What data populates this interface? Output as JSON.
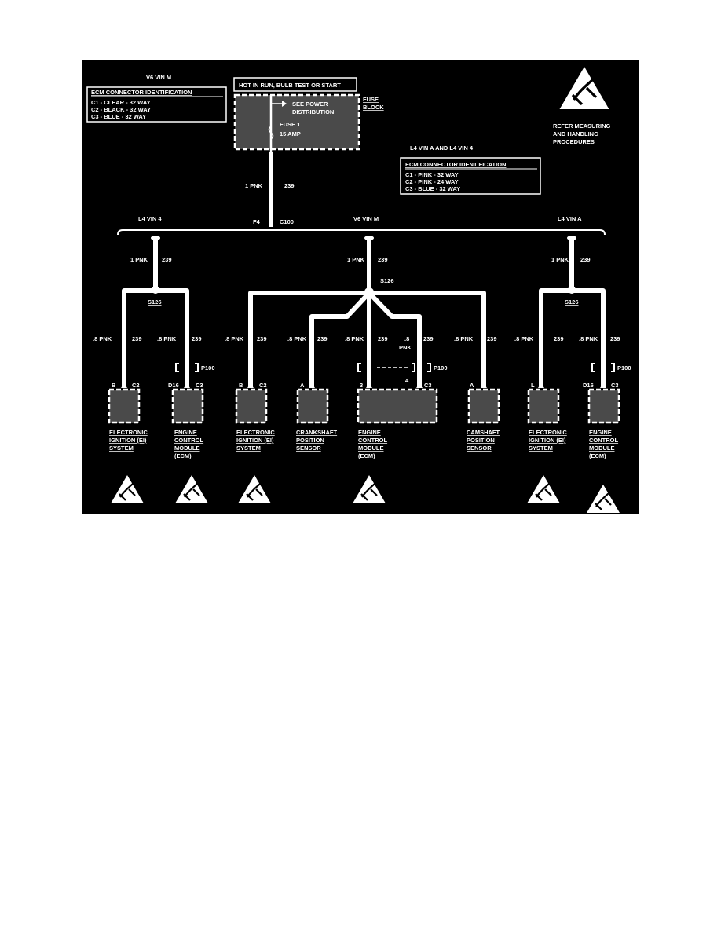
{
  "colors": {
    "background": "#000000",
    "line": "#ffffff",
    "component_fill": "#4a4a4a"
  },
  "header": {
    "v6_title": "V6 VIN M",
    "ecm_v6": {
      "title": "ECM CONNECTOR IDENTIFICATION",
      "c1": "C1 - CLEAR - 32 WAY",
      "c2": "C2 - BLACK - 32 WAY",
      "c3": "C3 - BLUE - 32 WAY"
    },
    "hot_label": "HOT IN RUN, BULB TEST OR START",
    "fuse_block": {
      "see1": "SEE POWER",
      "see2": "DISTRIBUTION",
      "fuse1": "FUSE 1",
      "fuse2": "15 AMP",
      "label1": "FUSE",
      "label2": "BLOCK"
    },
    "warning": {
      "line1": "REFER MEASURING",
      "line2": "AND HANDLING",
      "line3": "PROCEDURES",
      "icon": "esd-warning-icon"
    },
    "l4_title": "L4 VIN A AND L4 VIN 4",
    "ecm_l4": {
      "title": "ECM CONNECTOR IDENTIFICATION",
      "c1": "C1 - PINK - 32 WAY",
      "c2": "C2 - PINK - 24 WAY",
      "c3": "C3 - BLUE - 32 WAY"
    }
  },
  "main_wire": {
    "size": "1 PNK",
    "circuit": "239",
    "pin": "F4",
    "connector": "C100"
  },
  "branches": {
    "left": {
      "title": "L4 VIN 4",
      "size": "1 PNK",
      "circuit": "239",
      "splice": "S126"
    },
    "center": {
      "title": "V6 VIN M",
      "size": "1 PNK",
      "circuit": "239",
      "splice": "S126"
    },
    "right": {
      "title": "L4 VIN A",
      "size": "1 PNK",
      "circuit": "239",
      "splice": "S126"
    }
  },
  "drops": {
    "size": ".8 PNK",
    "circuit": "239",
    "mid_size_1": ".8",
    "mid_size_2": "PNK",
    "mid_pin": "4",
    "p100": "P100"
  },
  "components": [
    {
      "pin_a": "B",
      "pin_b": "C2",
      "line1": "ELECTRONIC",
      "line2": "IGNITION (EI)",
      "line3": "SYSTEM",
      "line4": ""
    },
    {
      "pin_a": "D16",
      "pin_b": "C3",
      "line1": "ENGINE",
      "line2": "CONTROL",
      "line3": "MODULE",
      "line4": "(ECM)"
    },
    {
      "pin_a": "B",
      "pin_b": "C2",
      "line1": "ELECTRONIC",
      "line2": "IGNITION (EI)",
      "line3": "SYSTEM",
      "line4": ""
    },
    {
      "pin_a": "A",
      "pin_b": "",
      "line1": "CRANKSHAFT",
      "line2": "POSITION",
      "line3": "SENSOR",
      "line4": ""
    },
    {
      "pin_a": "3",
      "pin_b": "C3",
      "line1": "ENGINE",
      "line2": "CONTROL",
      "line3": "MODULE",
      "line4": "(ECM)"
    },
    {
      "pin_a": "A",
      "pin_b": "",
      "line1": "CAMSHAFT",
      "line2": "POSITION",
      "line3": "SENSOR",
      "line4": ""
    },
    {
      "pin_a": "L",
      "pin_b": "",
      "line1": "ELECTRONIC",
      "line2": "IGNITION (EI)",
      "line3": "SYSTEM",
      "line4": ""
    },
    {
      "pin_a": "D16",
      "pin_b": "C3",
      "line1": "ENGINE",
      "line2": "CONTROL",
      "line3": "MODULE",
      "line4": "(ECM)"
    }
  ]
}
